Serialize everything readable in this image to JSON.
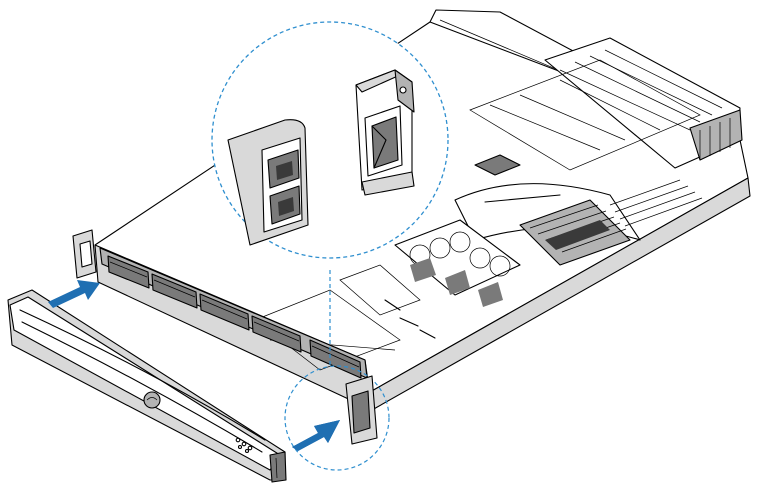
{
  "accent_color": "#1f6fb2",
  "callout_color": "#2f8fcf",
  "parts": [
    {
      "id": "chassis",
      "icon": "server-chassis-icon"
    },
    {
      "id": "front-bezel",
      "icon": "bezel-icon"
    },
    {
      "id": "bezel-latch",
      "icon": "latch-icon"
    },
    {
      "id": "rack-handle",
      "icon": "handle-icon"
    },
    {
      "id": "insertion-arrows",
      "icon": "arrow-right-icon"
    }
  ]
}
